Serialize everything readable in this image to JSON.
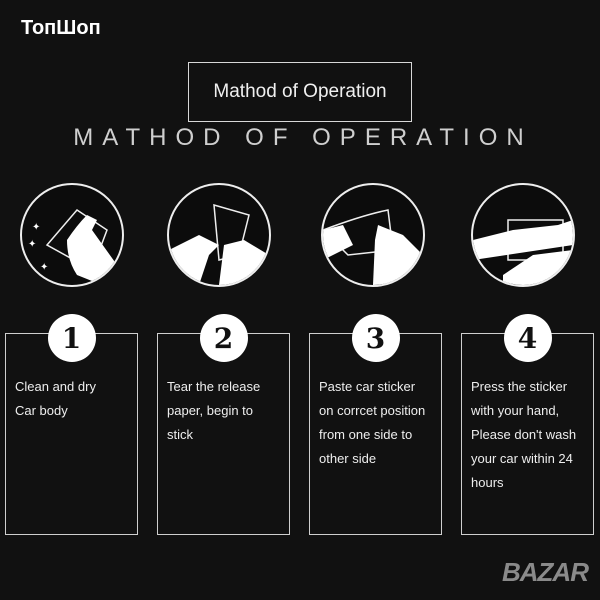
{
  "brand": "ТопШоп",
  "title": "Mathod of Operation",
  "subtitle": "MATHOD OF OPERATION",
  "illustrations": [
    "hand-wiping-icon",
    "tear-release-paper-icon",
    "paste-sticker-icon",
    "press-sticker-icon"
  ],
  "steps": [
    {
      "number": "1",
      "text": "Clean and dry\nCar body"
    },
    {
      "number": "2",
      "text": "Tear the release\npaper, begin to\nstick"
    },
    {
      "number": "3",
      "text": "Paste car sticker\non corrcet position\nfrom one side to\nother side"
    },
    {
      "number": "4",
      "text": "Press the sticker\nwith your hand,\nPlease don't wash\nyour car within 24\nhours"
    }
  ],
  "watermark": "BAZAR"
}
